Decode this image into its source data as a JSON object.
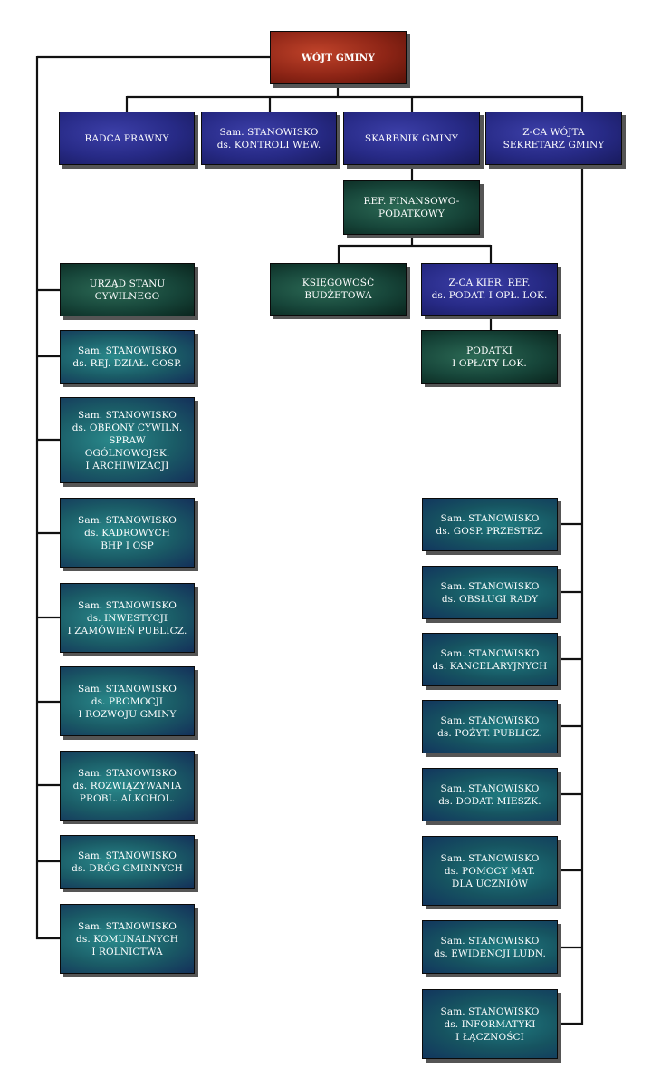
{
  "chart": {
    "root": {
      "lines": [
        "WÓJT GMINY"
      ]
    },
    "top_level": [
      {
        "lines": [
          "RADCA PRAWNY"
        ]
      },
      {
        "lines": [
          "Sam. STANOWISKO",
          "ds. KONTROLI WEW."
        ]
      },
      {
        "lines": [
          "SKARBNIK GMINY"
        ]
      },
      {
        "lines": [
          "Z-CA WÓJTA",
          "SEKRETARZ GMINY"
        ]
      }
    ],
    "finance": {
      "department": {
        "lines": [
          "REF. FINANSOWO-",
          "PODATKOWY"
        ]
      },
      "accounting": {
        "lines": [
          "KSIĘGOWOŚĆ",
          "BUDŻETOWA"
        ]
      },
      "deputy_head": {
        "lines": [
          "Z-CA KIER. REF.",
          "ds. PODAT. I OPŁ. LOK."
        ]
      },
      "taxes": {
        "lines": [
          "PODATKI",
          "I OPŁATY LOK."
        ]
      }
    },
    "left_column": [
      {
        "lines": [
          "URZĄD STANU",
          "CYWILNEGO"
        ]
      },
      {
        "lines": [
          "Sam. STANOWISKO",
          "ds. REJ. DZIAŁ. GOSP."
        ]
      },
      {
        "lines": [
          "Sam. STANOWISKO",
          "ds. OBRONY CYWILN.",
          "SPRAW",
          "OGÓLNOWOJSK.",
          "I ARCHIWIZACJI"
        ]
      },
      {
        "lines": [
          "Sam. STANOWISKO",
          "ds. KADROWYCH",
          "BHP I OSP"
        ]
      },
      {
        "lines": [
          "Sam. STANOWISKO",
          "ds. INWESTYCJI",
          "I ZAMÓWIEŃ PUBLICZ."
        ]
      },
      {
        "lines": [
          "Sam. STANOWISKO",
          "ds. PROMOCJI",
          "I ROZWOJU GMINY"
        ]
      },
      {
        "lines": [
          "Sam. STANOWISKO",
          "ds. ROZWIĄZYWANIA",
          "PROBL. ALKOHOL."
        ]
      },
      {
        "lines": [
          "Sam. STANOWISKO",
          "ds. DRÓG GMINNYCH"
        ]
      },
      {
        "lines": [
          "Sam. STANOWISKO",
          "ds. KOMUNALNYCH",
          "I ROLNICTWA"
        ]
      }
    ],
    "right_column": [
      {
        "lines": [
          "Sam. STANOWISKO",
          "ds. GOSP. PRZESTRZ."
        ]
      },
      {
        "lines": [
          "Sam. STANOWISKO",
          "ds. OBSŁUGI RADY"
        ]
      },
      {
        "lines": [
          "Sam. STANOWISKO",
          "ds. KANCELARYJNYCH"
        ]
      },
      {
        "lines": [
          "Sam. STANOWISKO",
          "ds. POŻYT. PUBLICZ."
        ]
      },
      {
        "lines": [
          "Sam. STANOWISKO",
          "ds. DODAT. MIESZK."
        ]
      },
      {
        "lines": [
          "Sam. STANOWISKO",
          "ds. POMOCY MAT.",
          "DLA UCZNIÓW"
        ]
      },
      {
        "lines": [
          "Sam. STANOWISKO",
          "ds. EWIDENCJI LUDN."
        ]
      },
      {
        "lines": [
          "Sam. STANOWISKO",
          "ds. INFORMATYKI",
          "I ŁĄCZNOŚCI"
        ]
      }
    ]
  },
  "colors": {
    "root": "#8e2516",
    "top_level": "#272a86",
    "unit": "#17463a",
    "position": "#1a5b66",
    "connector": "#111111"
  }
}
